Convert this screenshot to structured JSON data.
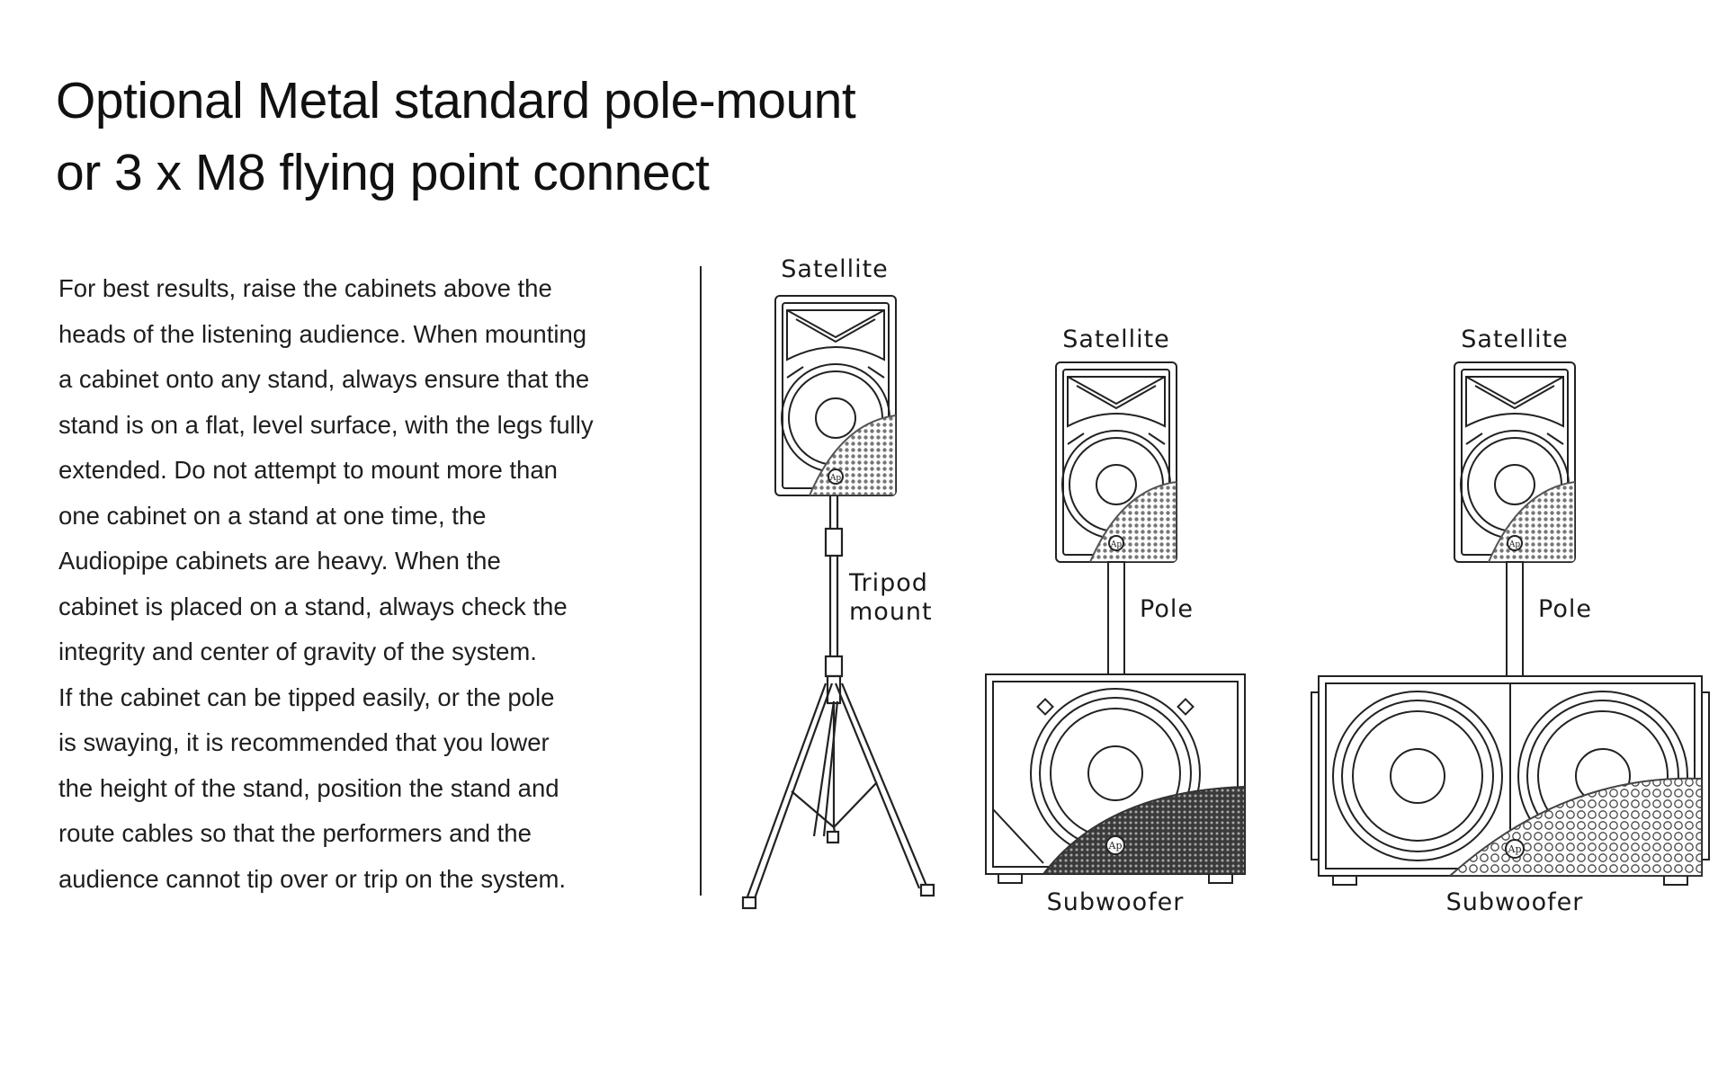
{
  "title": {
    "line1": "Optional Metal standard pole-mount",
    "line2": "or 3 x M8 flying point connect"
  },
  "body": {
    "lines": [
      "For best results, raise the cabinets above the",
      "heads of the listening audience. When mounting",
      "a cabinet onto any stand, always ensure that the",
      "stand is on a flat, level surface, with the legs fully",
      "extended. Do not attempt to mount more than",
      "one cabinet on a stand at one time, the",
      "Audiopipe cabinets are heavy. When the",
      "cabinet is placed on a stand, always check the",
      "integrity and center of gravity of the system.",
      "If the cabinet can be tipped easily, or the pole",
      "is swaying, it is recommended that you lower",
      "the height of the stand, position the stand and",
      "route cables so that the performers and the",
      "audience cannot tip over or trip on the system."
    ]
  },
  "diagram": {
    "config1": {
      "satellite_label": "Satellite",
      "mount_label_line1": "Tripod",
      "mount_label_line2": "mount"
    },
    "config2": {
      "satellite_label": "Satellite",
      "pole_label": "Pole",
      "sub_label": "Subwoofer"
    },
    "config3": {
      "satellite_label": "Satellite",
      "pole_label": "Pole",
      "sub_label": "Subwoofer"
    },
    "logo_text": "Ap"
  }
}
